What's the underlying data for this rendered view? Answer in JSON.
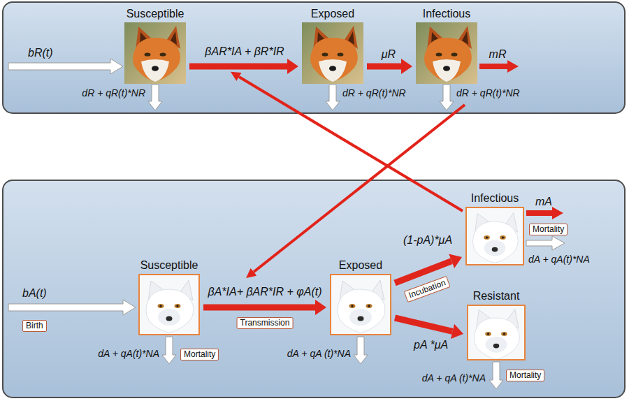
{
  "diagram": {
    "nodes": [
      {
        "text": [
          "Susceptible"
        ]
      },
      {
        "text": [
          "Exposed"
        ]
      },
      {
        "text": [
          "Infectious"
        ]
      },
      {
        "text": [
          "Susceptible"
        ]
      },
      {
        "text": [
          "Exposed"
        ]
      },
      {
        "text": [
          "Infectious"
        ]
      },
      {
        "text": [
          "Resistant"
        ]
      }
    ],
    "edges": [
      {
        "from": 0,
        "to": 1,
        "arrow": "to",
        "label": "βAR*IA + βR*IR"
      },
      {
        "from": 1,
        "to": 2,
        "arrow": "to",
        "label": "μR"
      },
      {
        "from": 3,
        "to": 4,
        "arrow": "to",
        "label": "βA*IA+ βAR*IR + φA(t)"
      },
      {
        "from": 4,
        "to": 5,
        "arrow": "to",
        "label": "(1-pA)*μA"
      },
      {
        "from": 4,
        "to": 6,
        "arrow": "to",
        "label": "pA *μA"
      }
    ],
    "labels": [
      "bR(t)",
      "dR + qR(t)*NR",
      "dR + qR(t)*NR",
      "dR + qR(t)*NR",
      "mR",
      "bA(t)",
      "Birth",
      "Transmission",
      "dA + qA(t)*NA",
      "Mortality",
      "dA + qA (t)*NA",
      "Incubation",
      "mA",
      "Mortality",
      "dA + qA(t)*NA",
      "Mortality",
      "dA + qA (t)*NA"
    ]
  }
}
